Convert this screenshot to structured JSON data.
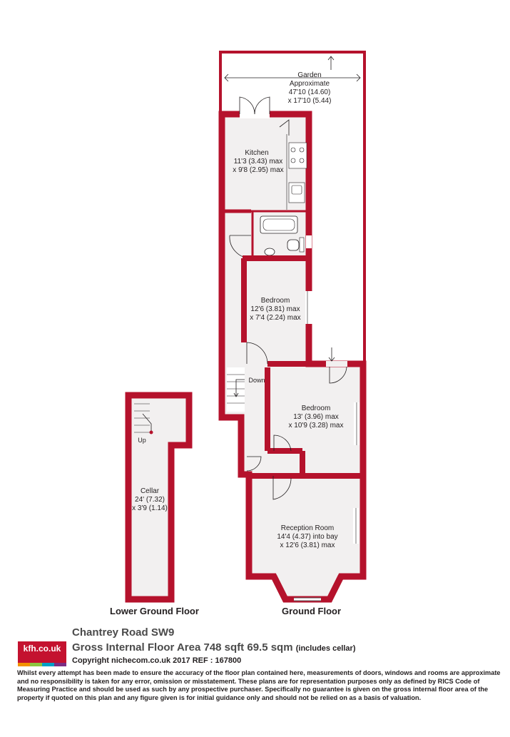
{
  "plan": {
    "rooms": {
      "garden": [
        "Garden",
        "Approximate",
        "47'10 (14.60)",
        "x 17'10 (5.44)"
      ],
      "kitchen": [
        "Kitchen",
        "11'3 (3.43) max",
        "x 9'8 (2.95) max"
      ],
      "bedroom1": [
        "Bedroom",
        "12'6 (3.81) max",
        "x 7'4 (2.24) max"
      ],
      "bedroom2": [
        "Bedroom",
        "13' (3.96) max",
        "x 10'9 (3.28) max"
      ],
      "reception": [
        "Reception Room",
        "14'4 (4.37) into bay",
        "x 12'6 (3.81) max"
      ],
      "cellar": [
        "Cellar",
        "24' (7.32)",
        "x 3'9 (1.14)"
      ]
    },
    "stairs": {
      "down": "Down",
      "up": "Up"
    },
    "floors": {
      "lower": "Lower Ground Floor",
      "ground": "Ground Floor"
    },
    "colors": {
      "wall": "#b5122c",
      "floor": "#f2f0f0",
      "line": "#231f20"
    }
  },
  "footer": {
    "logo_text": "kfh.co.uk",
    "logo_colors": [
      "#f39200",
      "#8dc63f",
      "#00a0c6",
      "#7b2d83"
    ],
    "title": "Chantrey Road SW9",
    "area": "Gross Internal Floor Area 748 sqft 69.5 sqm",
    "area_note": "(includes cellar)",
    "copyright": "Copyright nichecom.co.uk 2017 REF : 167800",
    "disclaimer": "Whilst every attempt has been made to ensure the accuracy of the floor plan contained here, measurements of doors, windows and rooms are approximate and no responsibility is taken for any error, omission or misstatement. These plans are for representation purposes only as defined by RICS Code of Measuring Practice and should be used as such by any prospective purchaser. Specifically no guarantee is given on the gross internal floor area of the property if quoted on this plan and any figure given is for initial guidance only and should not be relied on as a basis of valuation."
  }
}
